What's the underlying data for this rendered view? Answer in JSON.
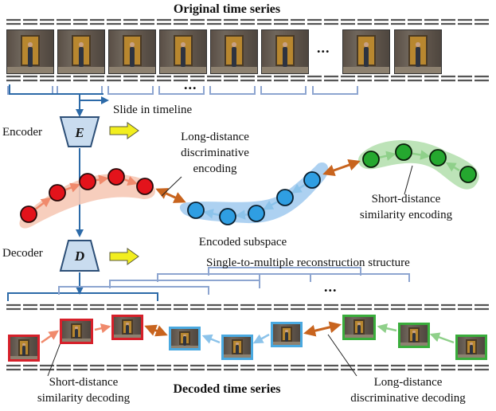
{
  "titles": {
    "original": "Original time series",
    "decoded": "Decoded time series"
  },
  "labels": {
    "slide": "Slide in timeline",
    "encoder": "Encoder",
    "decoder": "Decoder",
    "encoder_symbol": "E",
    "decoder_symbol": "D",
    "long_encoding": [
      "Long-distance",
      "discriminative",
      "encoding"
    ],
    "short_encoding": [
      "Short-distance",
      "similarity encoding"
    ],
    "encoded_subspace": "Encoded subspace",
    "reconstruction": "Single-to-multiple reconstruction structure",
    "short_decoding": [
      "Short-distance",
      "similarity decoding"
    ],
    "long_decoding": [
      "Long-distance",
      "discriminative decoding"
    ],
    "ellipsis": "..."
  },
  "colors": {
    "red_node": "#e3131b",
    "red_band": "#f6c9b6",
    "red_arrow": "#f08a6c",
    "red_frame": "#d6202a",
    "blue_node": "#2f9ee2",
    "blue_band": "#a9cff0",
    "blue_arrow": "#8cc3ea",
    "blue_frame": "#4aa9e0",
    "green_node": "#25a82f",
    "green_band": "#b9e2b4",
    "green_arrow": "#8fd08a",
    "green_frame": "#3aad3c",
    "orange_link": "#c8641e",
    "stroke_blue": "#2c6aa8",
    "bracket_blue": "#8da5d0",
    "box_fill": "#c9dcef",
    "yellow_arrow": "#f2ee1e"
  },
  "icons": {
    "slide_arrow": "right-arrow-icon",
    "yellow_arrow": "block-arrow-icon"
  }
}
